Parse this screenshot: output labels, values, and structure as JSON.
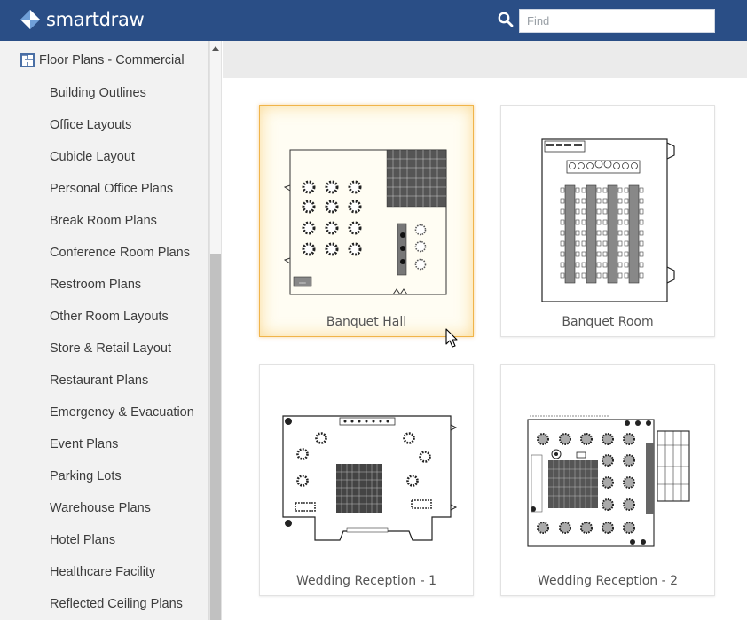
{
  "app": {
    "brand": "smartdraw",
    "accent": "#2a4e86"
  },
  "search": {
    "placeholder": "Find",
    "icon": "search-icon"
  },
  "sidebar": {
    "category": "Floor Plans - Commercial",
    "items": [
      {
        "label": "Building Outlines"
      },
      {
        "label": "Office Layouts"
      },
      {
        "label": "Cubicle Layout"
      },
      {
        "label": "Personal Office Plans"
      },
      {
        "label": "Break Room Plans"
      },
      {
        "label": "Conference Room Plans"
      },
      {
        "label": "Restroom Plans"
      },
      {
        "label": "Other Room Layouts"
      },
      {
        "label": "Store & Retail Layout"
      },
      {
        "label": "Restaurant Plans"
      },
      {
        "label": "Emergency & Evacuation"
      },
      {
        "label": "Event Plans"
      },
      {
        "label": "Parking Lots"
      },
      {
        "label": "Warehouse Plans"
      },
      {
        "label": "Hotel Plans"
      },
      {
        "label": "Healthcare Facility"
      },
      {
        "label": "Reflected Ceiling Plans"
      }
    ]
  },
  "templates": [
    {
      "label": "Banquet Hall",
      "selected": true
    },
    {
      "label": "Banquet Room",
      "selected": false
    },
    {
      "label": "Wedding Reception - 1",
      "selected": false
    },
    {
      "label": "Wedding Reception - 2",
      "selected": false
    }
  ],
  "colors": {
    "selected_border": "#f0b44a",
    "sidebar_bg": "#f2f2f2"
  }
}
